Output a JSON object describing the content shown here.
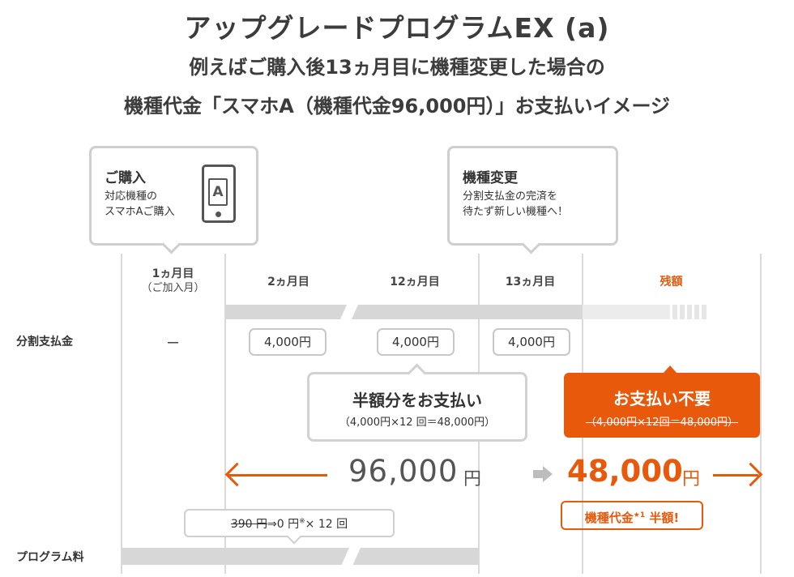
{
  "title": "アップグレードプログラムEX (a)",
  "subtitle_line1": "例えばご購入後13ヵ月目に機種変更した場合の",
  "subtitle_line2": "機種代金「スマホA（機種代金96,000円）」お支払いイメージ",
  "purchase_bubble": {
    "heading": "ご購入",
    "text": "対応機種の\nスマホAご購入",
    "phone_letter": "A"
  },
  "change_bubble": {
    "heading": "機種変更",
    "text": "分割支払金の完済を\n待たず新しい機種へ！"
  },
  "columns": {
    "month1": "1ヵ月目",
    "month1_note": "（ご加入月）",
    "month2": "2ヵ月目",
    "month12": "12ヵ月目",
    "month13": "13ヵ月目",
    "remaining": "残額"
  },
  "rows": {
    "installment_label": "分割支払金",
    "installment_month1": "ー",
    "installment_month2": "4,000円",
    "installment_month12": "4,000円",
    "installment_month13": "4,000円",
    "program_fee_label": "プログラム料"
  },
  "half_pay": {
    "heading": "半額分をお支払い",
    "detail": "（4,000円×12 回＝48,000円）"
  },
  "no_pay": {
    "heading": "お支払い不要",
    "detail": "（4,000円×12回＝48,000円）"
  },
  "totals": {
    "paid_amount": "96,000",
    "paid_unit": "円",
    "waived_amount": "48,000",
    "waived_unit": "円"
  },
  "badge": {
    "text_before": "機種代金",
    "superscript": "★1",
    "text_after": " 半額!"
  },
  "program_fee_bubble": {
    "strike": "390 円",
    "rest": "⇒0 円",
    "superscript": "※",
    "tail": "× 12 回"
  },
  "colors": {
    "accent": "#e8590c",
    "gray_bar": "#d7d7d7",
    "border": "#cfcfcf"
  }
}
